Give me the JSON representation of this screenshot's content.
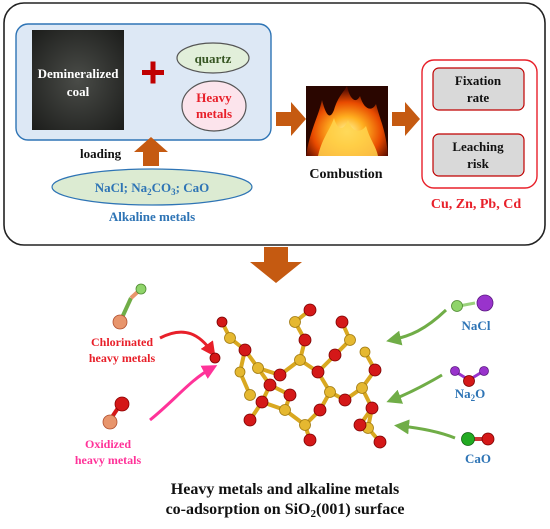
{
  "top_panel": {
    "demineralized_coal": [
      "Demineralized",
      "coal"
    ],
    "quartz": "quartz",
    "heavy_metals": [
      "Heavy",
      "metals"
    ],
    "loading": "loading",
    "alkaline_compounds": {
      "nacl": "NaCl; Na",
      "sub2": "2",
      "co": "CO",
      "sub3": "3",
      "cao": "; CaO"
    },
    "alkaline_metals": "Alkaline metals",
    "combustion": "Combustion",
    "fixation_rate": [
      "Fixation",
      "rate"
    ],
    "leaching_risk": [
      "Leaching",
      "risk"
    ],
    "metals_list": "Cu, Zn, Pb, Cd"
  },
  "bottom_panel": {
    "chlorinated": [
      "Chlorinated",
      "heavy metals"
    ],
    "oxidized": [
      "Oxidized",
      "heavy metals"
    ],
    "nacl": "NaCl",
    "na2o": {
      "na": "Na",
      "sub": "2",
      "o": "O"
    },
    "cao": "CaO",
    "caption_line1": "Heavy metals and alkaline metals",
    "caption_line2": {
      "pre": "co-adsorption on SiO",
      "sub": "2",
      "post": "(001) surface"
    }
  },
  "colors": {
    "red": "#e8202a",
    "blue": "#2e74b5",
    "green": "#70ad47",
    "orange": "#c55a11",
    "pink": "#ff3399",
    "purple": "#9933cc",
    "si": "#e5b830",
    "o": "#d41818"
  }
}
